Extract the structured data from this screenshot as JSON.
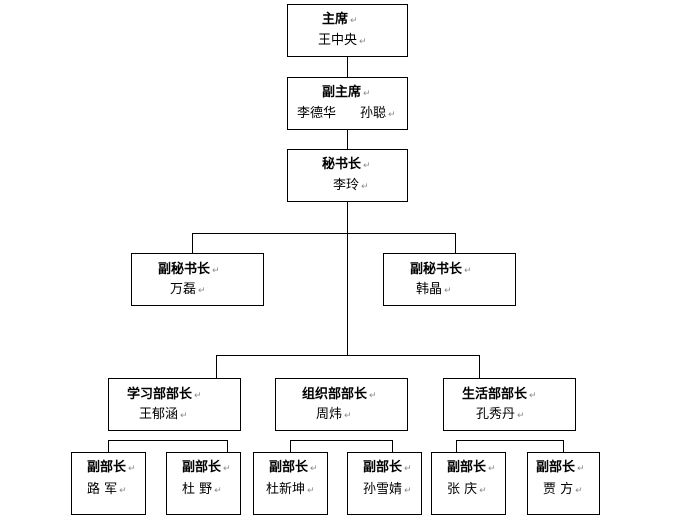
{
  "para_mark": "↵",
  "nodes": {
    "chairman": {
      "title": "主席",
      "name": "王中央"
    },
    "vice_chairman": {
      "title": "副主席",
      "names": [
        "李德华",
        "孙聪"
      ]
    },
    "secretary_general": {
      "title": "秘书长",
      "name": "李玲"
    },
    "deputy_secretary_left": {
      "title": "副秘书长",
      "name": "万磊"
    },
    "deputy_secretary_right": {
      "title": "副秘书长",
      "name": "韩晶"
    },
    "study_minister": {
      "title": "学习部部长",
      "name": "王郁涵"
    },
    "organization_minister": {
      "title": "组织部部长",
      "name": "周炜"
    },
    "life_minister": {
      "title": "生活部部长",
      "name": "孔秀丹"
    },
    "study_deputy_1": {
      "title": "副部长",
      "name": "路 军"
    },
    "study_deputy_2": {
      "title": "副部长",
      "name": "杜 野"
    },
    "org_deputy_1": {
      "title": "副部长",
      "name": "杜新坤"
    },
    "org_deputy_2": {
      "title": "副部长",
      "name": "孙雪婧"
    },
    "life_deputy_1": {
      "title": "副部长",
      "name": "张 庆"
    },
    "life_deputy_2": {
      "title": "副部长",
      "name": "贾 方"
    }
  }
}
